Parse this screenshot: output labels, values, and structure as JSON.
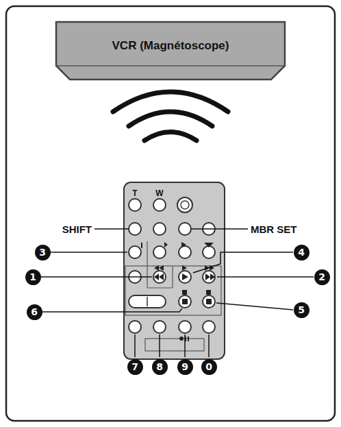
{
  "diagram": {
    "nodes": [
      {
        "text": [
          "VCR (Magnétoscope)"
        ]
      }
    ],
    "labels": [
      "T",
      "W",
      "SHIFT",
      "MBR SET",
      "3",
      "4",
      "1",
      "2",
      "6",
      "5",
      "7",
      "8",
      "9",
      "0"
    ]
  }
}
